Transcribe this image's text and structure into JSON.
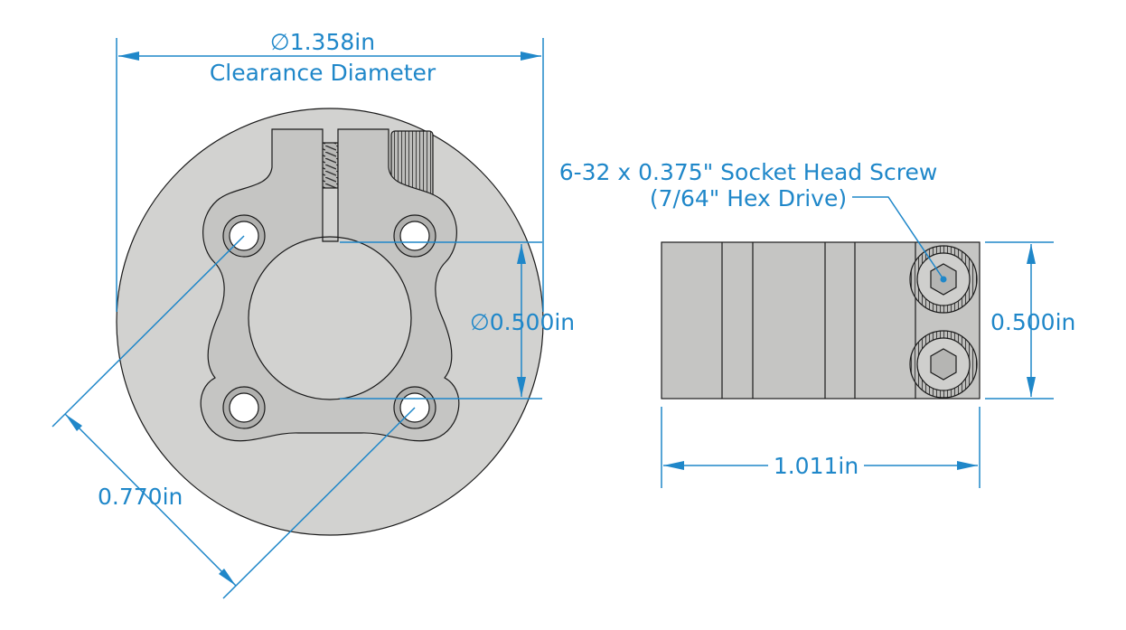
{
  "colors": {
    "dimension": "#1f87c9",
    "part_gray": "#c5c5c3",
    "disc_gray": "#d2d2d0",
    "outline": "#1a1a1a",
    "background": "#ffffff"
  },
  "front_view": {
    "clearance_diameter_value": "1.358in",
    "clearance_diameter_label": "Clearance Diameter",
    "bore_diameter_value": "0.500in",
    "bolt_spacing_value": "0.770in",
    "diameter_symbol": "∅"
  },
  "side_view": {
    "screw_callout_line1": "6-32 x 0.375\" Socket Head Screw",
    "screw_callout_line2": "(7/64\" Hex Drive)",
    "height_value": "0.500in",
    "length_value": "1.011in"
  },
  "icons": {
    "diameter": "diameter-symbol-icon",
    "screw_head": "socket-head-screw-icon"
  }
}
